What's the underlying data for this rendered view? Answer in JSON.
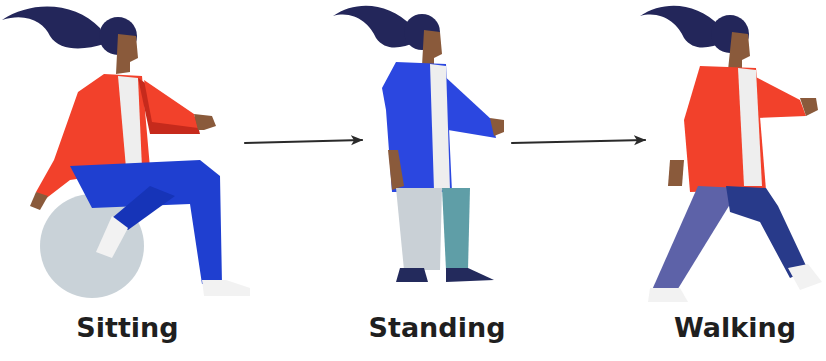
{
  "diagram": {
    "nodes": [
      {
        "text": [
          "Sitting"
        ]
      },
      {
        "text": [
          "Standing"
        ]
      },
      {
        "text": [
          "Walking"
        ]
      }
    ],
    "edges": [
      {
        "from": 0,
        "to": 1,
        "arrow": "to"
      },
      {
        "from": 1,
        "to": 2,
        "arrow": "to"
      }
    ]
  }
}
